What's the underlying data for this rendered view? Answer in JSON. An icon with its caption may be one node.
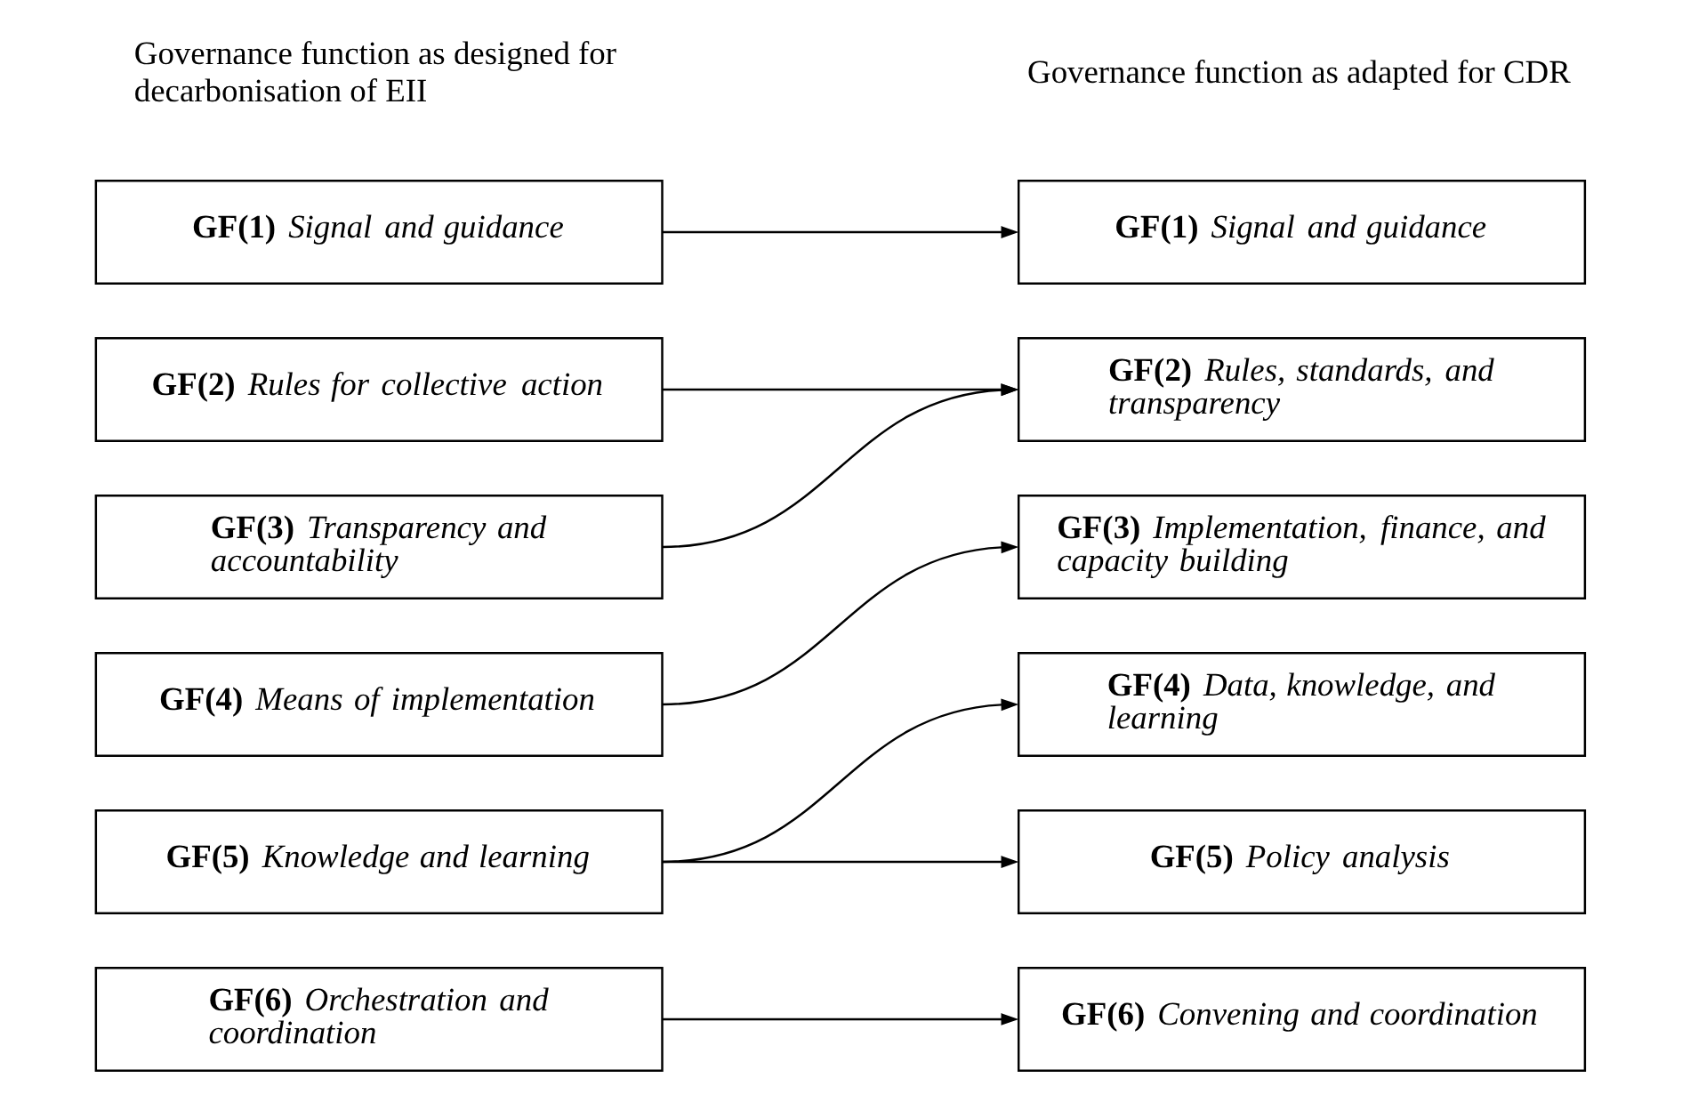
{
  "diagram": {
    "nodes": [
      {
        "text": [
          "**GF(1)** *Signal and guidance*"
        ]
      },
      {
        "text": [
          "**GF(2)** *Rules for collective action*"
        ]
      },
      {
        "text": [
          "**GF(3)** *Transparency and accountability*"
        ]
      },
      {
        "text": [
          "**GF(4)** *Means of implementation*"
        ]
      },
      {
        "text": [
          "**GF(5)** *Knowledge and learning*"
        ]
      },
      {
        "text": [
          "**GF(6)** *Orchestration and coordination*"
        ]
      },
      {
        "text": [
          "**GF(1)** *Signal and guidance*"
        ]
      },
      {
        "text": [
          "**GF(2)** *Rules, standards, and transparency*"
        ]
      },
      {
        "text": [
          "**GF(3)** *Implementation, finance, and capacity building*"
        ]
      },
      {
        "text": [
          "**GF(4)** *Data, knowledge, and learning*"
        ]
      },
      {
        "text": [
          "**GF(5)** *Policy analysis*"
        ]
      },
      {
        "text": [
          "**GF(6)** *Convening and coordination*"
        ]
      }
    ],
    "edges": [
      {
        "from": 0,
        "to": 6,
        "arrow": "to"
      },
      {
        "from": 1,
        "to": 7,
        "arrow": "to"
      },
      {
        "from": 2,
        "to": 7,
        "arrow": "to"
      },
      {
        "from": 3,
        "to": 8,
        "arrow": "to"
      },
      {
        "from": 4,
        "to": 9,
        "arrow": "to"
      },
      {
        "from": 4,
        "to": 10,
        "arrow": "to"
      },
      {
        "from": 5,
        "to": 11,
        "arrow": "to"
      }
    ],
    "labels": [
      "Governance function as designed for decarbonisation of EII",
      "Governance function as adapted for CDR"
    ]
  }
}
